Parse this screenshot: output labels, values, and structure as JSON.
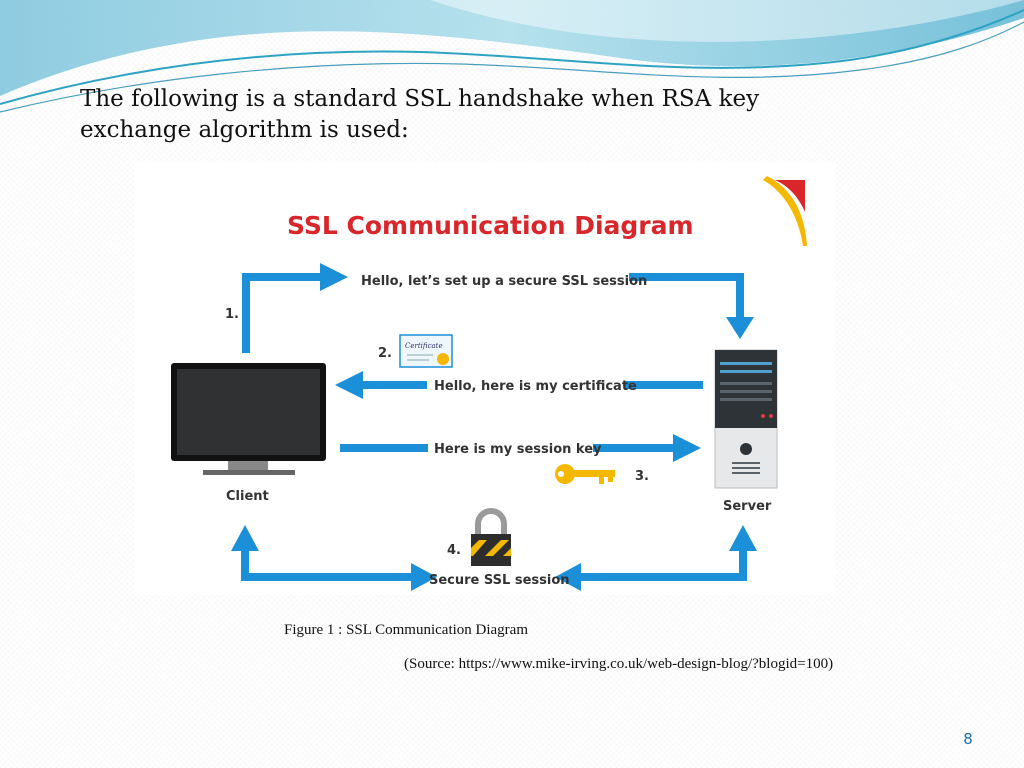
{
  "slide": {
    "intro_text": "The following is a standard SSL handshake when RSA key exchange algorithm is used:",
    "caption": "Figure 1 : SSL Communication Diagram",
    "source": "(Source: https://www.mike-irving.co.uk/web-design-blog/?blogid=100)",
    "page_number": "8"
  },
  "diagram": {
    "title": "SSL Communication Diagram",
    "client_label": "Client",
    "server_label": "Server",
    "step1_number": "1.",
    "step1_text": "Hello, let’s set up a secure SSL session",
    "step2_number": "2.",
    "step2_text": "Hello, here is my certificate",
    "step3_number": "3.",
    "step3_text": "Here is my session key",
    "step4_number": "4.",
    "step4_text": "Secure SSL session",
    "certificate_word": "Certificate"
  },
  "colors": {
    "arrow_blue": "#1b8fd8",
    "title_red": "#d8262b",
    "key_yellow": "#f5b800",
    "wave_teal": "#2ea3c4"
  }
}
